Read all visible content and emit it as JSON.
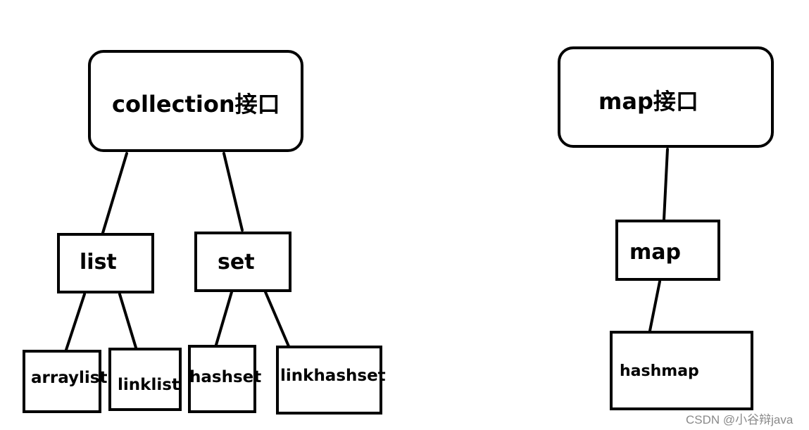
{
  "nodes": {
    "collection": "collection接口",
    "map_interface": "map接口",
    "list": "list",
    "set": "set",
    "map": "map",
    "arraylist": "arraylist",
    "linklist": "linklist",
    "hashset": "hashset",
    "linkhashset": "linkhashset",
    "hashmap": "hashmap"
  },
  "watermark": "CSDN @小谷辩java"
}
